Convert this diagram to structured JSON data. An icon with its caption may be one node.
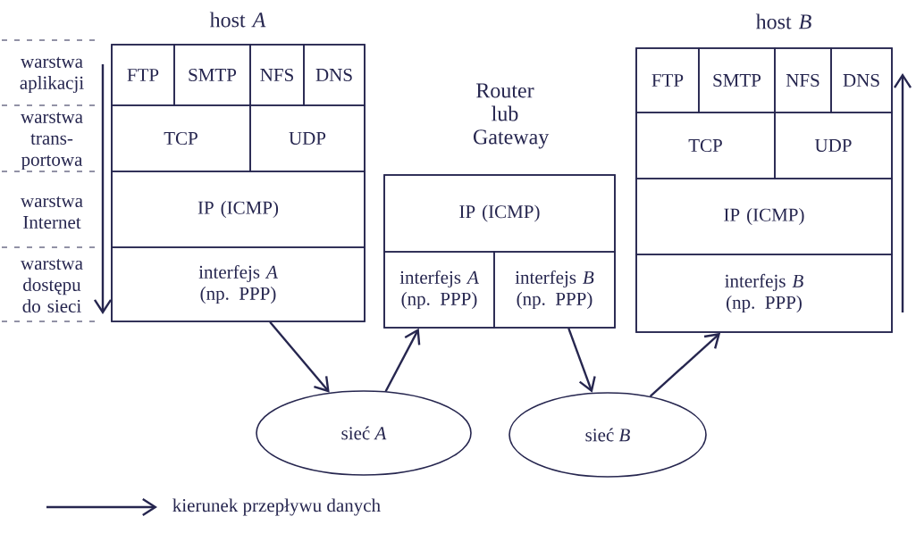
{
  "diagram": {
    "nodes": [
      {
        "text": [
          "host *A*"
        ]
      },
      {
        "text": [
          "FTP"
        ],
        "in": 0
      },
      {
        "text": [
          "SMTP"
        ],
        "in": 0
      },
      {
        "text": [
          "NFS"
        ],
        "in": 0
      },
      {
        "text": [
          "DNS"
        ],
        "in": 0
      },
      {
        "text": [
          "TCP"
        ],
        "in": 0
      },
      {
        "text": [
          "UDP"
        ],
        "in": 0
      },
      {
        "text": [
          "IP (ICMP)"
        ],
        "in": 0
      },
      {
        "text": [
          "interfejs *A* (np. PPP)"
        ],
        "in": 0
      },
      {
        "text": [
          "Router lub Gateway"
        ]
      },
      {
        "text": [
          "IP (ICMP)"
        ],
        "in": 9
      },
      {
        "text": [
          "interfejs *A* (np. PPP)"
        ],
        "in": 9
      },
      {
        "text": [
          "interfejs *B* (np. PPP)"
        ],
        "in": 9
      },
      {
        "text": [
          "host *B*"
        ]
      },
      {
        "text": [
          "FTP"
        ],
        "in": 13
      },
      {
        "text": [
          "SMTP"
        ],
        "in": 13
      },
      {
        "text": [
          "NFS"
        ],
        "in": 13
      },
      {
        "text": [
          "DNS"
        ],
        "in": 13
      },
      {
        "text": [
          "TCP"
        ],
        "in": 13
      },
      {
        "text": [
          "UDP"
        ],
        "in": 13
      },
      {
        "text": [
          "IP (ICMP)"
        ],
        "in": 13
      },
      {
        "text": [
          "interfejs *B* (np. PPP)"
        ],
        "in": 13
      },
      {
        "text": [
          "sieć *A*"
        ]
      },
      {
        "text": [
          "sieć *B*"
        ]
      }
    ],
    "edges": [
      {
        "from": 8,
        "to": 22,
        "arrow": "to"
      },
      {
        "from": 22,
        "to": 11,
        "arrow": "to"
      },
      {
        "from": 12,
        "to": 23,
        "arrow": "to"
      },
      {
        "from": 23,
        "to": 21,
        "arrow": "to"
      }
    ],
    "labels": [
      "warstwa aplikacji",
      "warstwa trans-portowa",
      "warstwa Internet",
      "warstwa dostępu do sieci"
    ],
    "legend": [
      {
        "text": "kierunek przepływu danych"
      }
    ]
  }
}
